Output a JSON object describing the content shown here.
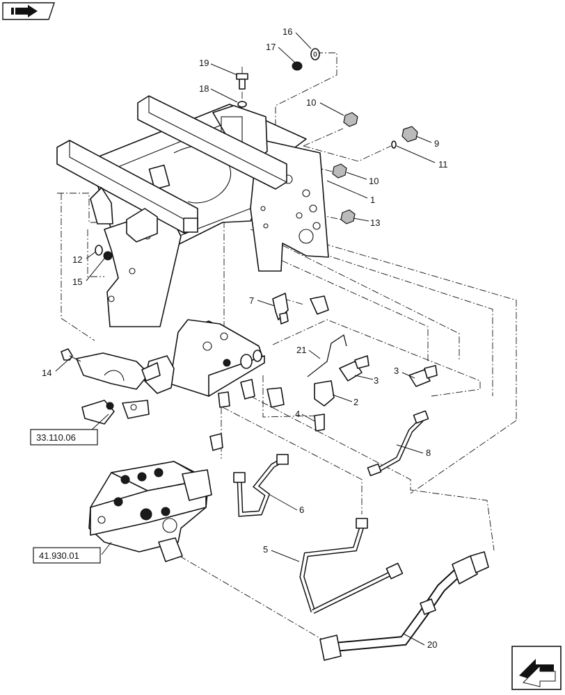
{
  "callouts": {
    "c1": "1",
    "c2": "2",
    "c3a": "3",
    "c3b": "3",
    "c4": "4",
    "c5": "5",
    "c6": "6",
    "c7": "7",
    "c8": "8",
    "c9": "9",
    "c10a": "10",
    "c10b": "10",
    "c11": "11",
    "c12": "12",
    "c13": "13",
    "c14": "14",
    "c15": "15",
    "c16": "16",
    "c17": "17",
    "c18": "18",
    "c19": "19",
    "c20": "20",
    "c21": "21"
  },
  "references": {
    "ref_valve_linkage": "33.110.06",
    "ref_valve_assembly": "41.930.01"
  },
  "icons": {
    "top_left": "forward-arrow-icon",
    "bottom_right": "next-page-arrow-icon"
  }
}
